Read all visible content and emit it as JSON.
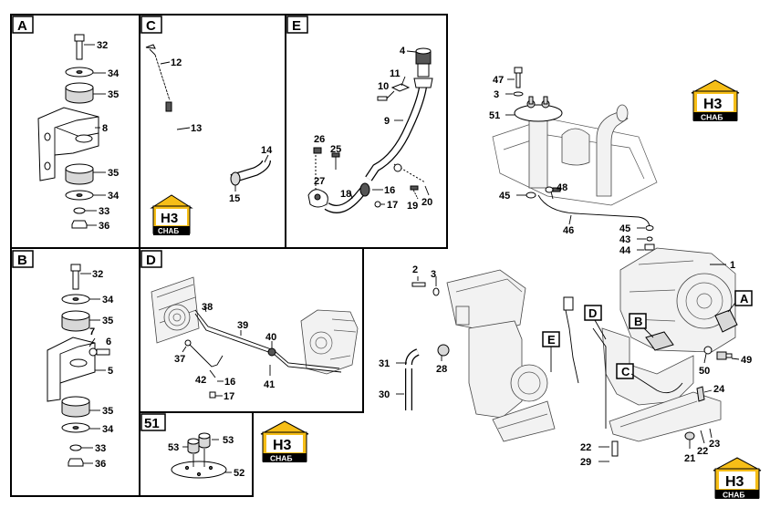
{
  "panels": {
    "A": {
      "label": "A"
    },
    "B": {
      "label": "B"
    },
    "C": {
      "label": "C"
    },
    "D": {
      "label": "D"
    },
    "E": {
      "label": "E"
    },
    "p51": {
      "label": "51"
    }
  },
  "main_refs": {
    "A": "A",
    "B": "B",
    "C": "C",
    "D": "D",
    "E": "E"
  },
  "logo": {
    "mark": "H3",
    "sub": "СНАБ"
  },
  "parts": {
    "a32": "32",
    "a34": "34",
    "a35": "35",
    "a8": "8",
    "a35b": "35",
    "a34b": "34",
    "a33": "33",
    "a36": "36",
    "b32": "32",
    "b34": "34",
    "b35": "35",
    "b7": "7",
    "b6": "6",
    "b5": "5",
    "b35b": "35",
    "b34b": "34",
    "b33": "33",
    "b36": "36",
    "c12": "12",
    "c13": "13",
    "c14": "14",
    "c15": "15",
    "e4": "4",
    "e11": "11",
    "e10": "10",
    "e9": "9",
    "e26": "26",
    "e25": "25",
    "e27": "27",
    "e18": "18",
    "e16": "16",
    "e17": "17",
    "e19": "19",
    "e20": "20",
    "d38": "38",
    "d39": "39",
    "d40": "40",
    "d37": "37",
    "d42": "42",
    "d16": "16",
    "d17": "17",
    "d41": "41",
    "s53a": "53",
    "s53b": "53",
    "s52": "52",
    "m47": "47",
    "m3": "3",
    "m51": "51",
    "m45": "45",
    "m48": "48",
    "m46": "46",
    "m45b": "45",
    "m43": "43",
    "m44": "44",
    "m1": "1",
    "m2": "2",
    "m3b": "3",
    "m31": "31",
    "m28": "28",
    "m30": "30",
    "m50": "50",
    "m49": "49",
    "m24": "24",
    "m22": "22",
    "m29": "29",
    "m21": "21",
    "m22b": "22",
    "m23": "23"
  }
}
